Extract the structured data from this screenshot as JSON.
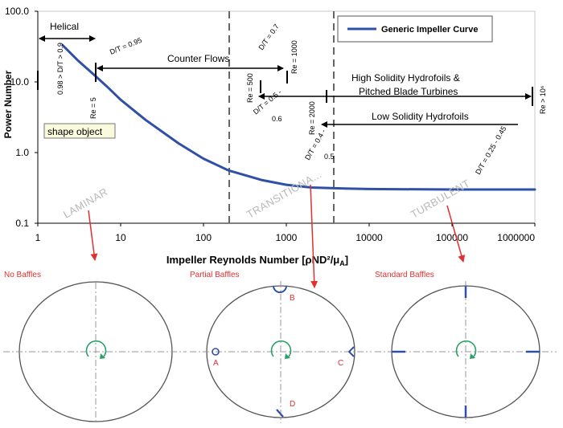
{
  "chart_data": {
    "type": "line",
    "xscale": "log",
    "yscale": "log",
    "xlim": [
      1,
      1000000
    ],
    "ylim": [
      0.1,
      100.0
    ],
    "grid": false,
    "xlabel": "Impeller Reynolds Number [ρND²/μ",
    "xlabel_sub": "A",
    "xlabel_end": "]",
    "ylabel": "Power Number",
    "x_tick_labels": [
      "1",
      "10",
      "100",
      "1000",
      "10000",
      "100000",
      "1000000"
    ],
    "y_tick_labels": [
      "0.1",
      "1.0",
      "10.0",
      "100.0"
    ],
    "legend": {
      "position": "top-right",
      "entry": "Generic Impeller Curve"
    },
    "series": [
      {
        "name": "Generic Impeller Curve",
        "color": "#3050a8",
        "x": [
          2,
          3,
          5,
          7,
          10,
          20,
          50,
          100,
          200,
          500,
          1000,
          2000,
          5000,
          10000,
          100000,
          1000000
        ],
        "y": [
          33,
          20.5,
          12,
          8.4,
          5.6,
          2.9,
          1.35,
          0.82,
          0.56,
          0.41,
          0.35,
          0.32,
          0.31,
          0.305,
          0.3,
          0.3
        ]
      }
    ],
    "regime_boundaries_re": [
      200,
      3500
    ],
    "regions": {
      "laminar": "LAMINAR",
      "transitional": "TRANSITIONA...",
      "turbulent": "TURBULENT"
    },
    "annotations": {
      "helical": "Helical",
      "counter_flows": "Counter Flows",
      "hs_hydrofoils_1": "High Solidity Hydrofoils &",
      "hs_hydrofoils_2": "Pitched Blade Turbines",
      "ls_hydrofoils": "Low Solidity Hydrofoils",
      "helical_dt": "0.98 > D/T > 0.9",
      "helical_re": "Re = 5",
      "counter_dt": "D/T = 0.95",
      "counter_re_start": "Re = 500",
      "counter_dt_end": "D/T = 0.7",
      "counter_re_end": "Re = 1000",
      "hs_dt_1": "D/T = 0.5 -",
      "hs_dt_2": "0.6",
      "hs_re_start": "Re = 2000",
      "ls_dt_1": "D/T = 0.4 -",
      "ls_dt_2": "0.5",
      "turb_dt": "D/T = 0.25 - 0.45",
      "hs_re_end": "Re > 10⁶"
    },
    "shape_object": "shape object"
  },
  "diagrams": {
    "no_baffles": "No Baffles",
    "partial_baffles": "Partial Baffles",
    "standard_baffles": "Standard Baffles",
    "labels": {
      "a": "A",
      "b": "B",
      "c": "C",
      "d": "D"
    }
  },
  "colors": {
    "curve": "#3050a8",
    "baffle": "#3050a8",
    "red": "#e03030",
    "green": "#2aa068",
    "boundary": "#666666"
  }
}
